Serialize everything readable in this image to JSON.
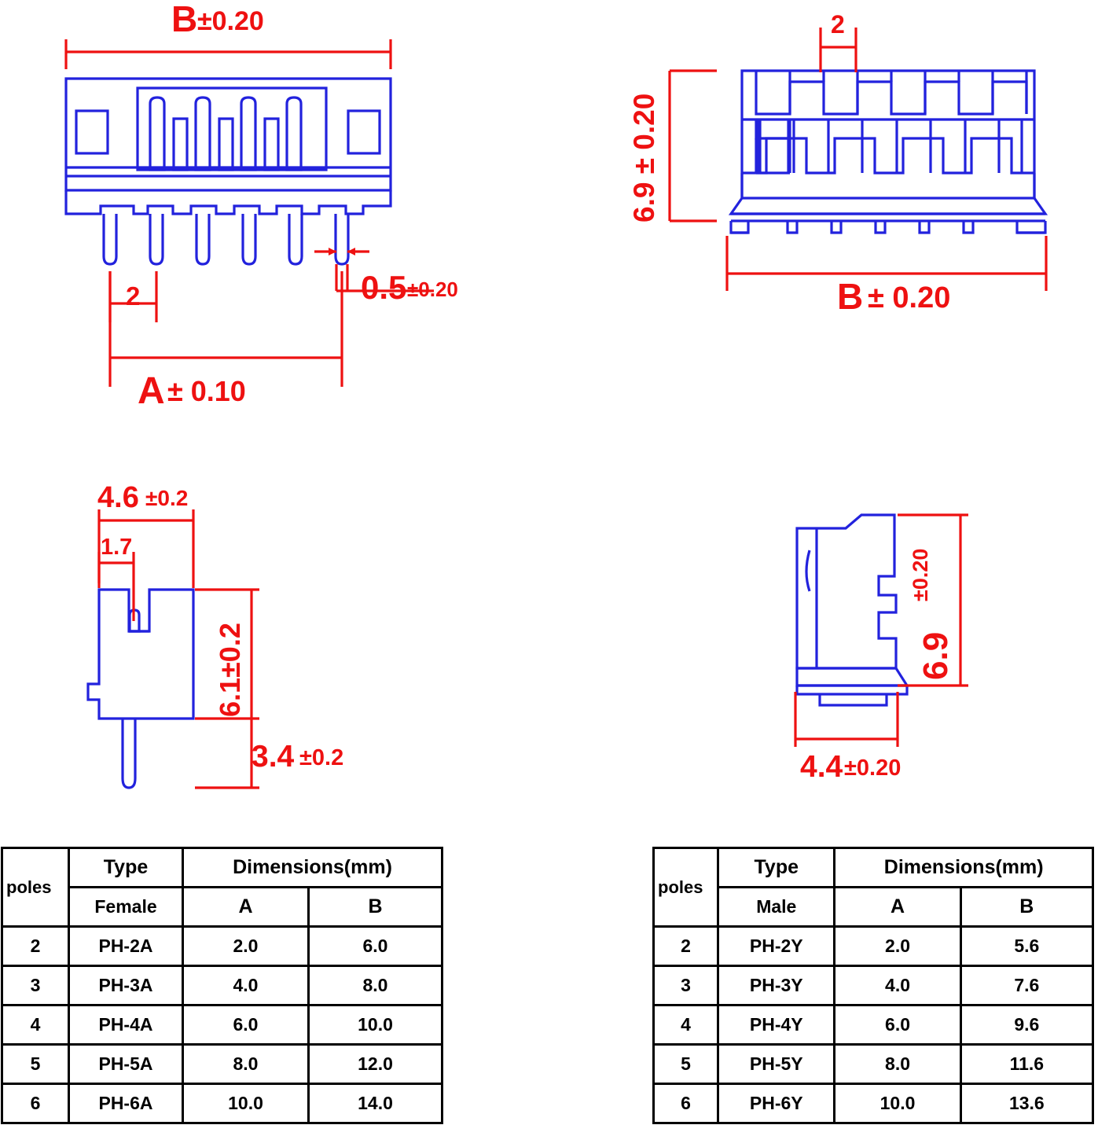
{
  "document": {
    "title": "JST PH Connector Dimensional Drawing",
    "line_color": "#2222dd",
    "dim_color": "#ee1111",
    "table_color": "#000000"
  },
  "views": {
    "top_left": {
      "name": "female-header-front-view",
      "dimensions": {
        "width_label": "B",
        "width_tolerance": "±0.20",
        "pitch": "2",
        "pin_width": "0.5",
        "pin_width_tolerance": "±0.20",
        "span_label": "A",
        "span_tolerance": "± 0.10"
      }
    },
    "top_right": {
      "name": "male-housing-front-view",
      "dimensions": {
        "height": "6.9 ± 0.20",
        "pitch": "2",
        "width_label": "B",
        "width_tolerance": "± 0.20"
      }
    },
    "bottom_left": {
      "name": "female-header-side-view",
      "dimensions": {
        "total_width": "4.6",
        "total_width_tolerance": "±0.2",
        "notch_width": "1.7",
        "body_height": "6.1±0.2",
        "pin_length": "3.4",
        "pin_length_tolerance": "±0.2"
      }
    },
    "bottom_right": {
      "name": "male-housing-side-view",
      "dimensions": {
        "height": "6.9",
        "height_tolerance": "±0.20",
        "width": "4.4",
        "width_tolerance": "±0.20"
      }
    }
  },
  "table_female": {
    "name": "female-dimension-table",
    "headers": {
      "poles": "poles",
      "type": "Type",
      "dimensions": "Dimensions(mm)",
      "gender": "Female",
      "a": "A",
      "b": "B"
    },
    "rows": [
      {
        "poles": "2",
        "type": "PH-2A",
        "a": "2.0",
        "b": "6.0"
      },
      {
        "poles": "3",
        "type": "PH-3A",
        "a": "4.0",
        "b": "8.0"
      },
      {
        "poles": "4",
        "type": "PH-4A",
        "a": "6.0",
        "b": "10.0"
      },
      {
        "poles": "5",
        "type": "PH-5A",
        "a": "8.0",
        "b": "12.0"
      },
      {
        "poles": "6",
        "type": "PH-6A",
        "a": "10.0",
        "b": "14.0"
      }
    ]
  },
  "table_male": {
    "name": "male-dimension-table",
    "headers": {
      "poles": "poles",
      "type": "Type",
      "dimensions": "Dimensions(mm)",
      "gender": "Male",
      "a": "A",
      "b": "B"
    },
    "rows": [
      {
        "poles": "2",
        "type": "PH-2Y",
        "a": "2.0",
        "b": "5.6"
      },
      {
        "poles": "3",
        "type": "PH-3Y",
        "a": "4.0",
        "b": "7.6"
      },
      {
        "poles": "4",
        "type": "PH-4Y",
        "a": "6.0",
        "b": "9.6"
      },
      {
        "poles": "5",
        "type": "PH-5Y",
        "a": "8.0",
        "b": "11.6"
      },
      {
        "poles": "6",
        "type": "PH-6Y",
        "a": "10.0",
        "b": "13.6"
      }
    ]
  },
  "chart_data": {
    "type": "table",
    "title": "JST PH 2.0mm Connector Dimensions",
    "tables": [
      {
        "name": "Female",
        "columns": [
          "poles",
          "Type (Female)",
          "A (mm)",
          "B (mm)"
        ],
        "rows": [
          [
            "2",
            "PH-2A",
            2.0,
            6.0
          ],
          [
            "3",
            "PH-3A",
            4.0,
            8.0
          ],
          [
            "4",
            "PH-4A",
            6.0,
            10.0
          ],
          [
            "5",
            "PH-5A",
            8.0,
            12.0
          ],
          [
            "6",
            "PH-6A",
            10.0,
            14.0
          ]
        ]
      },
      {
        "name": "Male",
        "columns": [
          "poles",
          "Type (Male)",
          "A (mm)",
          "B (mm)"
        ],
        "rows": [
          [
            "2",
            "PH-2Y",
            2.0,
            5.6
          ],
          [
            "3",
            "PH-3Y",
            4.0,
            7.6
          ],
          [
            "4",
            "PH-4Y",
            6.0,
            9.6
          ],
          [
            "5",
            "PH-5Y",
            8.0,
            11.6
          ],
          [
            "6",
            "PH-6Y",
            10.0,
            13.6
          ]
        ]
      }
    ]
  }
}
